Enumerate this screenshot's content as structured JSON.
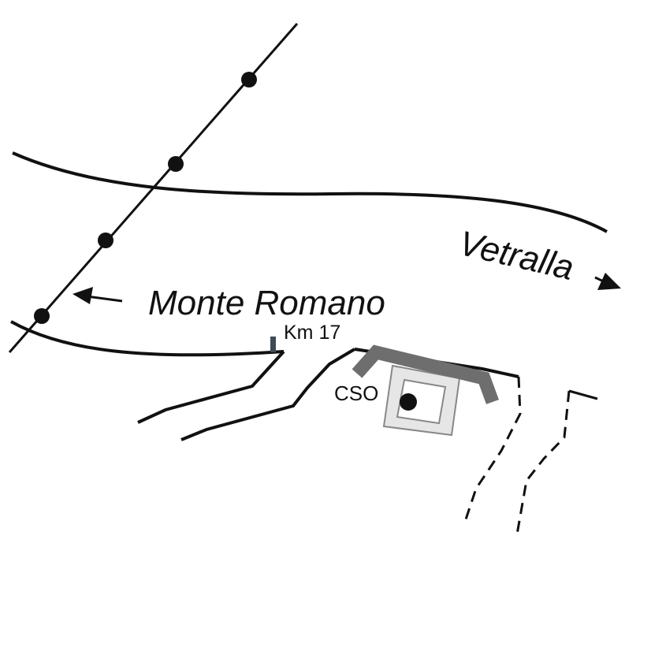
{
  "map": {
    "labels": {
      "monte_romano": "Monte Romano",
      "vetralla": "Vetralla",
      "km": "Km 17",
      "cso": "CSO"
    },
    "colors": {
      "line": "#111111",
      "building": "#6e6e6e",
      "site_fill": "#e6e6e6",
      "site_stroke": "#888888"
    }
  }
}
